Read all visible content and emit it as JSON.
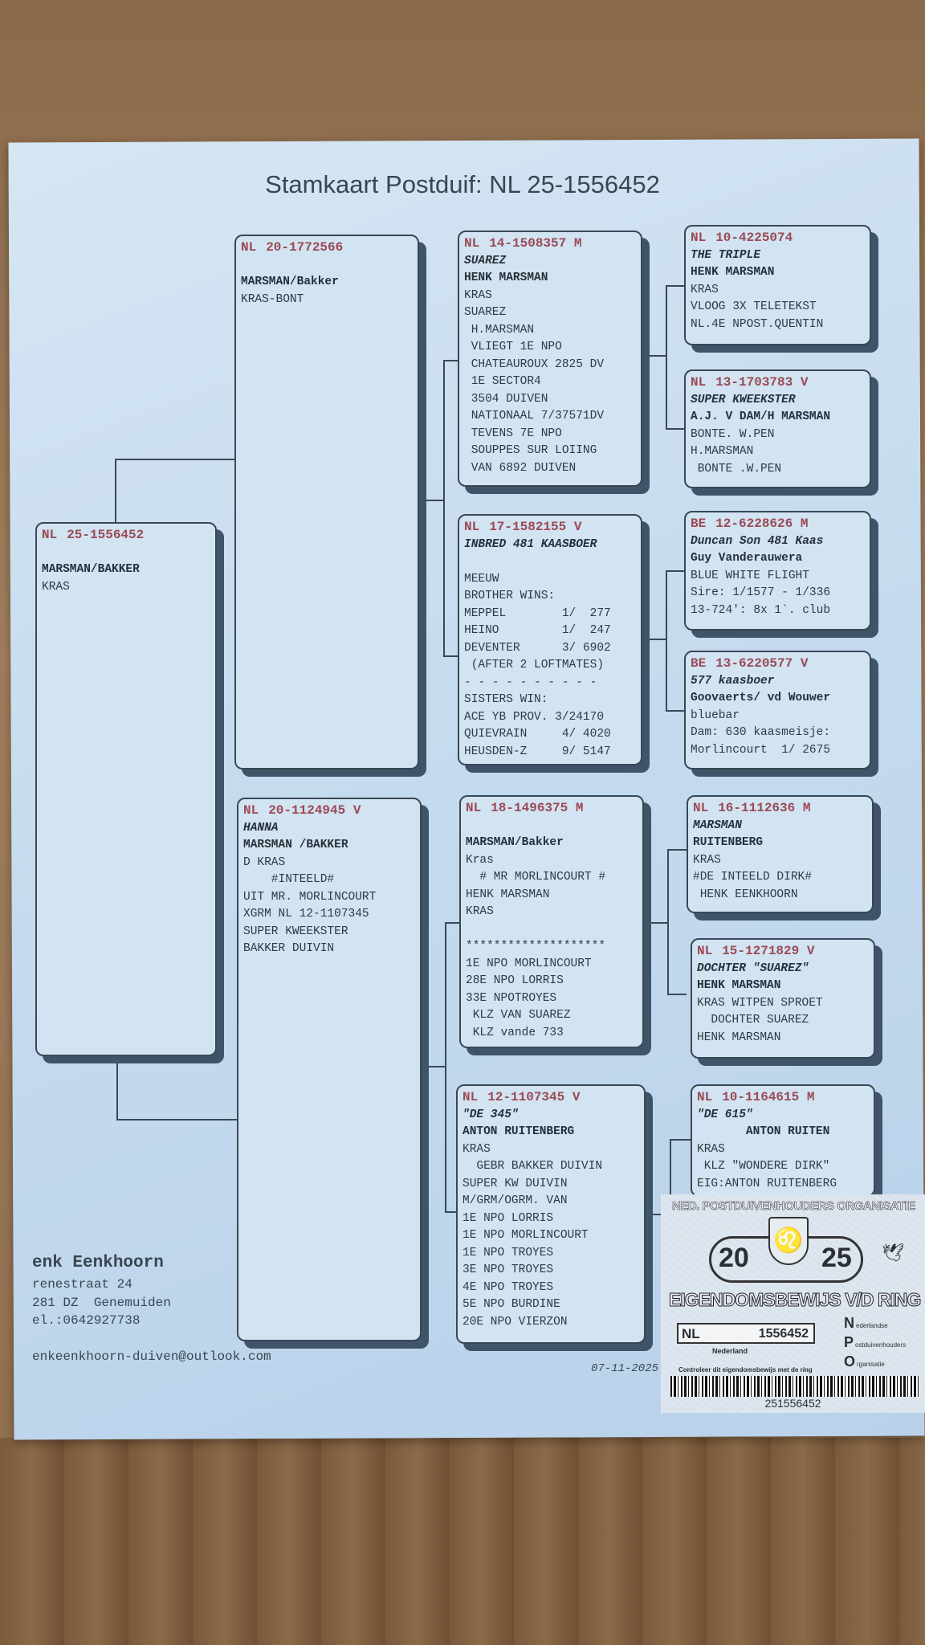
{
  "title": "Stamkaart Postduif: NL  25-1556452",
  "pedigree": [
    {
      "country": "NL",
      "ring": "25-1556452",
      "blank_after_ring": true,
      "owner": "MARSMAN/BAKKER",
      "lines": [
        "KRAS"
      ]
    },
    {
      "country": "NL",
      "ring": "20-1772566",
      "blank_after_ring": true,
      "owner": "MARSMAN/Bakker",
      "lines": [
        "KRAS-BONT"
      ]
    },
    {
      "country": "NL",
      "ring": "20-1124945 V",
      "name": "HANNA",
      "owner": "MARSMAN /BAKKER",
      "lines": [
        "D KRAS",
        "    #INTEELD#",
        "UIT MR. MORLINCOURT",
        "XGRM NL 12-1107345",
        "SUPER KWEEKSTER",
        "BAKKER DUIVIN"
      ]
    },
    {
      "country": "NL",
      "ring": "14-1508357 M",
      "name": "SUAREZ",
      "owner": "HENK MARSMAN",
      "lines": [
        "KRAS",
        "SUAREZ",
        " H.MARSMAN",
        " VLIEGT 1E NPO",
        " CHATEAUROUX 2825 DV",
        " 1E SECTOR4",
        " 3504 DUIVEN",
        " NATIONAAL 7/37571DV",
        " TEVENS 7E NPO",
        " SOUPPES SUR LOIING",
        " VAN 6892 DUIVEN"
      ]
    },
    {
      "country": "NL",
      "ring": "17-1582155 V",
      "name": "INBRED 481 KAASBOER",
      "lines": [
        "",
        "MEEUW",
        "BROTHER WINS:",
        "MEPPEL        1/  277",
        "HEINO         1/  247",
        "DEVENTER      3/ 6902",
        " (AFTER 2 LOFTMATES)",
        "- - - - - - - - - -",
        "SISTERS WIN:",
        "ACE YB PROV. 3/24170",
        "QUIEVRAIN     4/ 4020",
        "HEUSDEN-Z     9/ 5147"
      ]
    },
    {
      "country": "NL",
      "ring": "18-1496375 M",
      "blank_after_ring": true,
      "owner": "MARSMAN/Bakker",
      "lines": [
        "Kras",
        "  # MR MORLINCOURT #",
        "HENK MARSMAN",
        "KRAS",
        "",
        "********************",
        "1E NPO MORLINCOURT",
        "28E NPO LORRIS",
        "33E NPOTROYES",
        " KLZ VAN SUAREZ",
        " KLZ vande 733"
      ]
    },
    {
      "country": "NL",
      "ring": "12-1107345 V",
      "name": "\"DE 345\"",
      "owner": "ANTON RUITENBERG",
      "lines": [
        "KRAS",
        "  GEBR BAKKER DUIVIN",
        "SUPER KW DUIVIN",
        "M/GRM/OGRM. VAN",
        "1E NPO LORRIS",
        "1E NPO MORLINCOURT",
        "1E NPO TROYES",
        "3E NPO TROYES",
        "4E NPO TROYES",
        "5E NPO BURDINE",
        "20E NPO VIERZON"
      ]
    },
    {
      "country": "NL",
      "ring": "10-4225074",
      "name": "THE TRIPLE",
      "owner": "HENK MARSMAN",
      "lines": [
        "KRAS",
        "VLOOG 3X TELETEKST",
        "NL.4E NPOST.QUENTIN"
      ]
    },
    {
      "country": "NL",
      "ring": "13-1703783 V",
      "name": "SUPER KWEEKSTER",
      "owner": "A.J. V DAM/H MARSMAN",
      "lines": [
        "BONTE. W.PEN",
        "H.MARSMAN",
        " BONTE .W.PEN"
      ]
    },
    {
      "country": "BE",
      "ring": "12-6228626 M",
      "name": "Duncan Son 481 Kaas",
      "owner": "Guy Vanderauwera",
      "lines": [
        "BLUE WHITE FLIGHT",
        "Sire: 1/1577 - 1/336",
        "13-724': 8x 1`. club"
      ]
    },
    {
      "country": "BE",
      "ring": "13-6220577 V",
      "name": "577 kaasboer",
      "owner": "Goovaerts/ vd Wouwer",
      "lines": [
        "bluebar",
        "Dam: 630 kaasmeisje:",
        "Morlincourt  1/ 2675"
      ]
    },
    {
      "country": "NL",
      "ring": "16-1112636 M",
      "name": "MARSMAN",
      "owner": "RUITENBERG",
      "lines": [
        "KRAS",
        "#DE INTEELD DIRK#",
        " HENK EENKHOORN"
      ]
    },
    {
      "country": "NL",
      "ring": "15-1271829 V",
      "name": "DOCHTER \"SUAREZ\"",
      "owner": "HENK MARSMAN",
      "lines": [
        "KRAS WITPEN SPROET",
        "  DOCHTER SUAREZ",
        "HENK MARSMAN"
      ]
    },
    {
      "country": "NL",
      "ring": "10-1164615 M",
      "name": "\"DE 615\"",
      "owner": "       ANTON RUITEN",
      "lines": [
        "KRAS",
        " KLZ \"WONDERE DIRK\"",
        "EIG:ANTON RUITENBERG"
      ]
    }
  ],
  "breeder": {
    "name": "enk Eenkhoorn",
    "street": "renestraat 24",
    "city": "281 DZ  Genemuiden",
    "phone": "el.:0642927738",
    "email": "enkeenkhoorn-duiven@outlook.com"
  },
  "date": "07-11-2025",
  "ring_card": {
    "org": "NED. POSTDUIVENHOUDERS ORGANISATIE",
    "year_left": "20",
    "year_right": "25",
    "heading": "EIGENDOMSBEWIJS V/D RING",
    "country": "NL",
    "number": "1556452",
    "nederland": "Nederland",
    "npo": [
      {
        "letter": "N",
        "word": "ederlandse"
      },
      {
        "letter": "P",
        "word": "ostduivenhouders"
      },
      {
        "letter": "O",
        "word": "rganisatie"
      }
    ],
    "control_text": "Controleer dit eigendomsbewijs met de ring",
    "barcode": "251556452"
  }
}
